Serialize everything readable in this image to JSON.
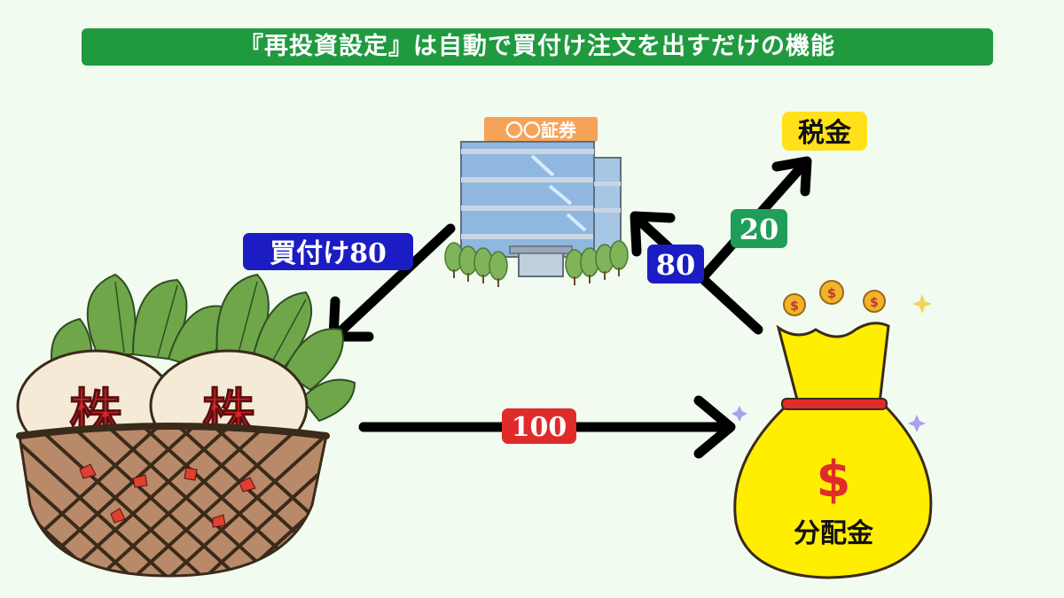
{
  "title": "『再投資設定』は自動で買付け注文を出すだけの機能",
  "broker_label": "〇〇証券",
  "tax_label": "税金",
  "stock_char_1": "株",
  "stock_char_2": "株",
  "bag_symbol": "$",
  "bag_label": "分配金",
  "flows": {
    "dividend": "100",
    "to_broker": "80",
    "tax": "20",
    "buy": "買付け80"
  },
  "colors": {
    "banner": "#1f9a3f",
    "dividend_badge": "#e02b2b",
    "broker_badge": "#1c1cc4",
    "tax_badge": "#1f9e5a",
    "buy_badge": "#1c1cc4",
    "tax_highlight": "#ffe11a",
    "broker_sign": "#f6a35a",
    "bag": "#ffee00"
  },
  "icons": [
    "building-icon",
    "money-bag-icon",
    "coin-icon",
    "sparkle-icon",
    "turnip-basket-icon"
  ]
}
